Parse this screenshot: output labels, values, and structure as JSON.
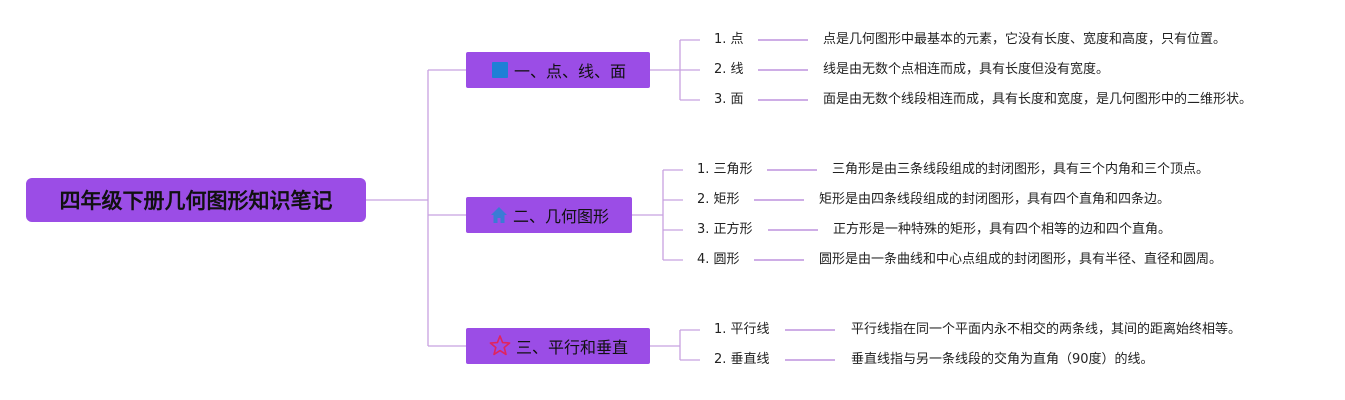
{
  "colors": {
    "accent": "#9b4de6",
    "connector": "#c8a2e0",
    "leaf_line": "#b07cd8",
    "icon_square": "#1e7fd6",
    "icon_house": "#3a7bd5",
    "icon_star": "#e0245e"
  },
  "root": {
    "title": "四年级下册几何图形知识笔记"
  },
  "topics": [
    {
      "icon": "blue-square-icon",
      "title": "一、点、线、面",
      "items": [
        {
          "label": "1. 点",
          "desc": "点是几何图形中最基本的元素，它没有长度、宽度和高度，只有位置。"
        },
        {
          "label": "2. 线",
          "desc": "线是由无数个点相连而成，具有长度但没有宽度。"
        },
        {
          "label": "3. 面",
          "desc": "面是由无数个线段相连而成，具有长度和宽度，是几何图形中的二维形状。"
        }
      ]
    },
    {
      "icon": "house-icon",
      "title": "二、几何图形",
      "items": [
        {
          "label": "1. 三角形",
          "desc": "三角形是由三条线段组成的封闭图形，具有三个内角和三个顶点。"
        },
        {
          "label": "2. 矩形",
          "desc": "矩形是由四条线段组成的封闭图形，具有四个直角和四条边。"
        },
        {
          "label": "3. 正方形",
          "desc": "正方形是一种特殊的矩形，具有四个相等的边和四个直角。"
        },
        {
          "label": "4. 圆形",
          "desc": "圆形是由一条曲线和中心点组成的封闭图形，具有半径、直径和圆周。"
        }
      ]
    },
    {
      "icon": "star-outline-icon",
      "title": "三、平行和垂直",
      "items": [
        {
          "label": "1. 平行线",
          "desc": "平行线指在同一个平面内永不相交的两条线，其间的距离始终相等。"
        },
        {
          "label": "2. 垂直线",
          "desc": "垂直线指与另一条线段的交角为直角（90度）的线。"
        }
      ]
    }
  ]
}
